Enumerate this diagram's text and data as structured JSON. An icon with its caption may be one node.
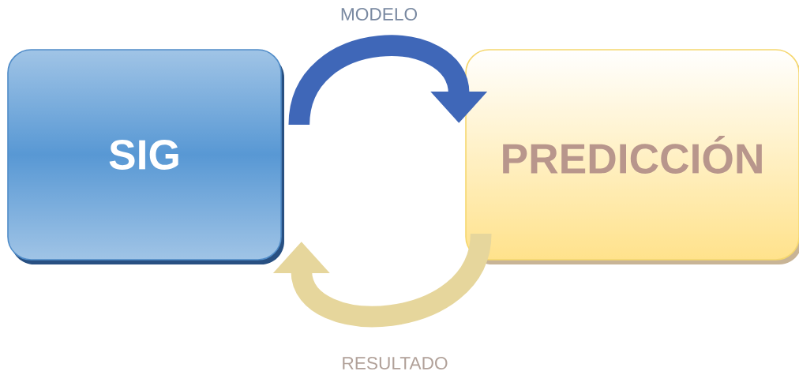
{
  "diagram": {
    "nodes": [
      {
        "text": [
          "SIG"
        ]
      },
      {
        "text": [
          "PREDICCIÓN"
        ]
      }
    ],
    "edges": [
      {
        "from": 0,
        "to": 1,
        "arrow": "to",
        "label": "MODELO",
        "color": "#3f67b8"
      },
      {
        "from": 1,
        "to": 0,
        "arrow": "to",
        "label": "RESULTADO",
        "color": "#e6d69c"
      }
    ]
  }
}
